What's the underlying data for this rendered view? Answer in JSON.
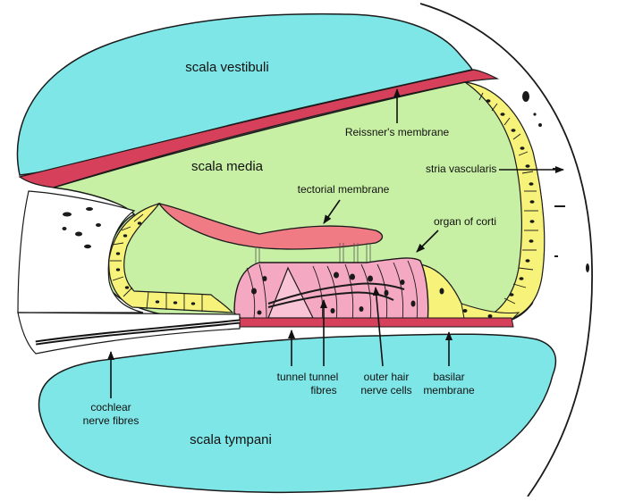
{
  "regions": {
    "scala_vestibuli": "scala vestibuli",
    "scala_media": "scala media",
    "scala_tympani": "scala tympani"
  },
  "callouts": {
    "reissners_membrane": "Reissner's membrane",
    "stria_vascularis": "stria vascularis",
    "tectorial_membrane": "tectorial membrane",
    "organ_of_corti": "organ of corti",
    "tunnel": "tunnel",
    "tunnel_fibres": [
      "tunnel",
      "fibres"
    ],
    "outer_hair_nerve_cells": [
      "outer hair",
      "nerve cells"
    ],
    "basilar_membrane": [
      "basilar",
      "membrane"
    ],
    "cochlear_nerve_fibres": [
      "cochlear",
      "nerve fibres"
    ]
  },
  "colors": {
    "fluid_cyan": "#7fe6e8",
    "endolymph_green": "#c8f0a4",
    "membrane_pink": "#f07b84",
    "membrane_dark": "#d6405a",
    "corti_pink": "#f5a8c2",
    "cell_yellow": "#f7f27a",
    "outline": "#1a1a1a",
    "bone_white": "#ffffff"
  }
}
